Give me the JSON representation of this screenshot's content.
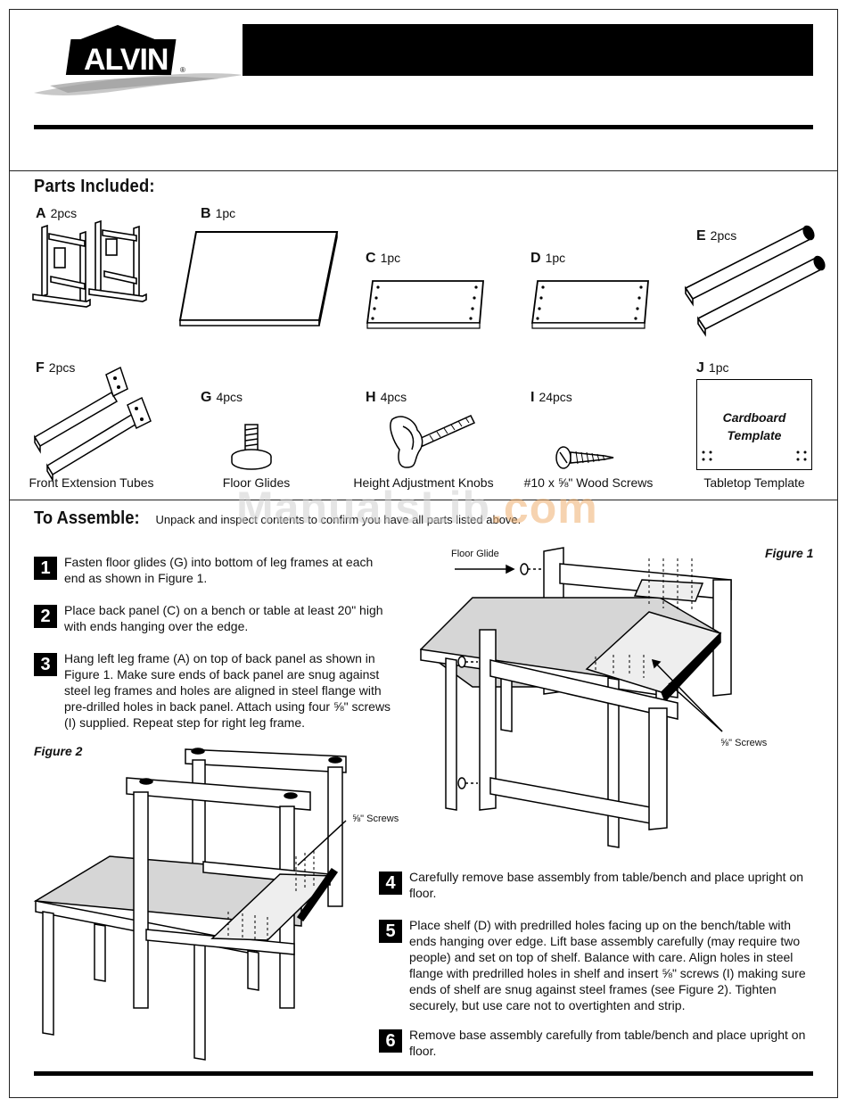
{
  "brand": {
    "logo_text": "ALVIN"
  },
  "parts": {
    "heading": "Parts Included:",
    "items": [
      {
        "letter": "A",
        "qty": "2pcs"
      },
      {
        "letter": "B",
        "qty": "1pc"
      },
      {
        "letter": "C",
        "qty": "1pc"
      },
      {
        "letter": "D",
        "qty": "1pc"
      },
      {
        "letter": "E",
        "qty": "2pcs"
      },
      {
        "letter": "F",
        "qty": "2pcs",
        "caption": "Front Extension Tubes"
      },
      {
        "letter": "G",
        "qty": "4pcs",
        "caption": "Floor Glides"
      },
      {
        "letter": "H",
        "qty": "4pcs",
        "caption": "Height Adjustment Knobs"
      },
      {
        "letter": "I",
        "qty": "24pcs",
        "caption": "#10 x ⅝\" Wood Screws"
      },
      {
        "letter": "J",
        "qty": "1pc",
        "caption": "Tabletop Template",
        "template_text_1": "Cardboard",
        "template_text_2": "Template"
      }
    ]
  },
  "assemble": {
    "heading": "To Assemble:",
    "intro": "Unpack and inspect contents to confirm you have all parts listed above.",
    "steps": [
      {
        "num": "1",
        "text": "Fasten floor glides (G) into bottom of leg frames at each end as shown in Figure 1."
      },
      {
        "num": "2",
        "text": "Place back panel (C) on a bench or table at least 20\" high with ends hanging over the edge."
      },
      {
        "num": "3",
        "text": "Hang left leg frame (A) on top of back panel as shown in Figure 1. Make sure ends of back panel are snug against steel leg frames and holes are aligned in steel flange with pre-drilled holes in back panel. Attach using four ⅝\" screws (I) supplied. Repeat step for right leg frame."
      },
      {
        "num": "4",
        "text": "Carefully remove base assembly from table/bench and place upright on floor."
      },
      {
        "num": "5",
        "text": "Place shelf (D) with predrilled holes facing up on the bench/table with ends hanging over edge. Lift base assembly carefully (may require two people) and set on top of shelf. Balance with care. Align holes in steel flange with predrilled holes in shelf and insert ⅝\" screws (I) making sure ends of shelf are snug against steel frames (see Figure 2). Tighten securely, but use care not to overtighten and strip."
      },
      {
        "num": "6",
        "text": "Remove base assembly carefully from table/bench and place upright on floor."
      }
    ],
    "figure1": {
      "label": "Figure 1",
      "floor_glide": "Floor Glide",
      "screws": "⅝\" Screws"
    },
    "figure2": {
      "label": "Figure 2",
      "screws": "⅝\" Screws"
    }
  },
  "watermark": {
    "part1": "ManualsLib",
    "part2": ".com"
  }
}
